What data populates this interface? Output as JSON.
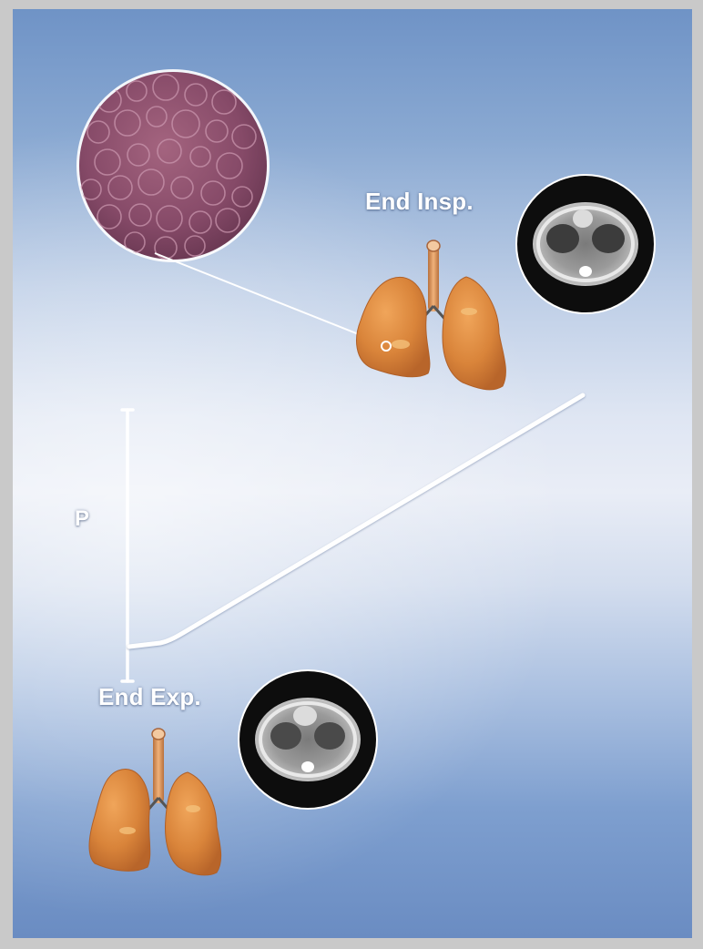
{
  "labels": {
    "end_inspiration": "End Insp.",
    "end_expiration": "End Exp.",
    "pressure_axis": "P"
  },
  "colors": {
    "lung": "#d9843a",
    "lung_highlight": "#f0b064",
    "trachea": "#d8925a",
    "histology": "#8a4f6e",
    "curve": "#ffffff",
    "ct_ring": "#0d0d0d"
  },
  "icons": {
    "histology": "alveoli-micrograph-icon",
    "lung_inspiration": "inflated-lungs-icon",
    "lung_expiration": "deflated-lungs-icon",
    "ct_inspiration": "ct-scan-icon",
    "ct_expiration": "ct-scan-icon"
  }
}
